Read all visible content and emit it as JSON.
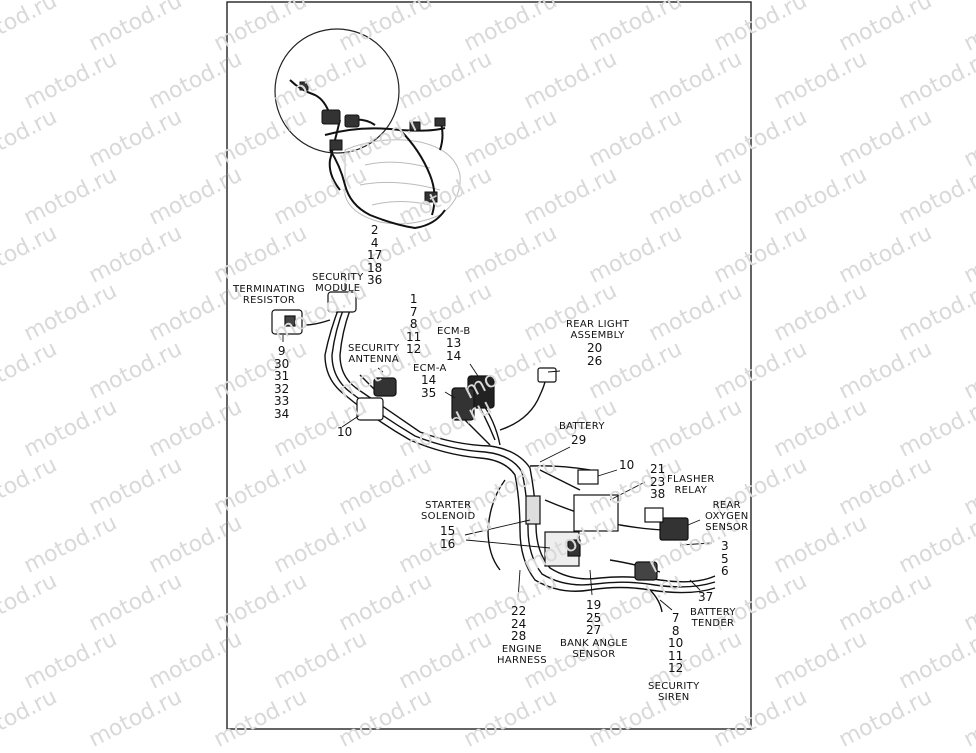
{
  "watermark": "motod.ru",
  "labels": {
    "terminating_resistor": "TERMINATING\nRESISTOR",
    "security_module": "SECURITY\nMODULE",
    "security_antenna": "SECURITY\nANTENNA",
    "ecm_b": "ECM-B",
    "ecm_a": "ECM-A",
    "rear_light_assembly": "REAR LIGHT\nASSEMBLY",
    "battery": "BATTERY",
    "flasher_relay": "FLASHER\nRELAY",
    "rear_oxygen_sensor": "REAR\nOXYGEN\nSENSOR",
    "starter_solenoid": "STARTER\nSOLENOID",
    "battery_tender": "BATTERY\nTENDER",
    "bank_angle_sensor": "BANK ANGLE\nSENSOR",
    "engine_harness": "ENGINE\nHARNESS",
    "security_siren": "SECURITY\nSIREN"
  },
  "callouts": {
    "top_group": [
      "2",
      "4",
      "17",
      "18",
      "36"
    ],
    "resistor_group": [
      "9",
      "30",
      "31",
      "32",
      "33",
      "34"
    ],
    "module_group": [
      "1",
      "7",
      "8",
      "11",
      "12"
    ],
    "ecm_b_group": [
      "13",
      "14"
    ],
    "ecm_a_group": [
      "14",
      "35"
    ],
    "antenna_item": [
      "10"
    ],
    "rear_light_group": [
      "20",
      "26"
    ],
    "battery_group": [
      "29"
    ],
    "relay_item": [
      "10"
    ],
    "flasher_group": [
      "21",
      "23",
      "38"
    ],
    "oxygen_group": [
      "3",
      "5",
      "6"
    ],
    "starter_group": [
      "15",
      "16"
    ],
    "tender_item": [
      "37"
    ],
    "engine_group": [
      "22",
      "24",
      "28"
    ],
    "bank_group": [
      "19",
      "25",
      "27"
    ],
    "siren_group": [
      "7",
      "8",
      "10",
      "11",
      "12"
    ]
  }
}
